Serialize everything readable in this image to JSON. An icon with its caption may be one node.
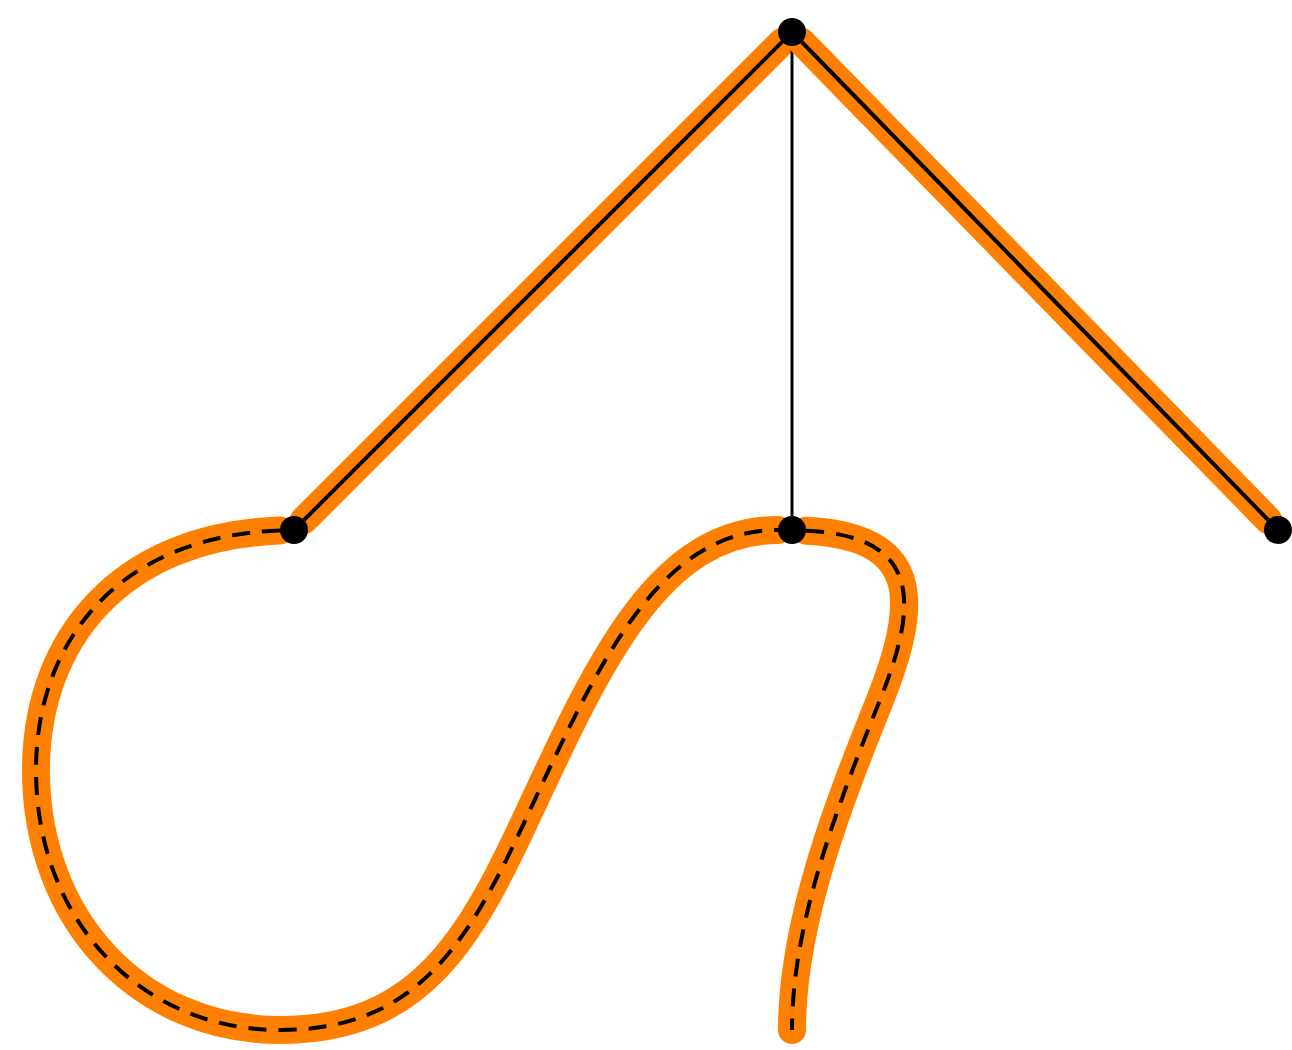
{
  "diagram": {
    "nodes": [
      {
        "text": [],
        "shape": "circle"
      },
      {
        "text": [],
        "shape": "circle"
      },
      {
        "text": [],
        "shape": "circle"
      },
      {
        "text": [],
        "shape": "circle"
      }
    ],
    "edges": [
      {
        "from": 0,
        "to": 1,
        "arrow": "none",
        "style": "thick",
        "color": "#ff8000"
      },
      {
        "from": 0,
        "to": 2,
        "arrow": "none"
      },
      {
        "from": 0,
        "to": 3,
        "arrow": "none",
        "style": "thick",
        "color": "#ff8000"
      },
      {
        "from": 1,
        "to": 2,
        "arrow": "none",
        "style": "dashed"
      },
      {
        "from": 2,
        "to": null,
        "arrow": "none",
        "style": "dashed"
      }
    ]
  }
}
